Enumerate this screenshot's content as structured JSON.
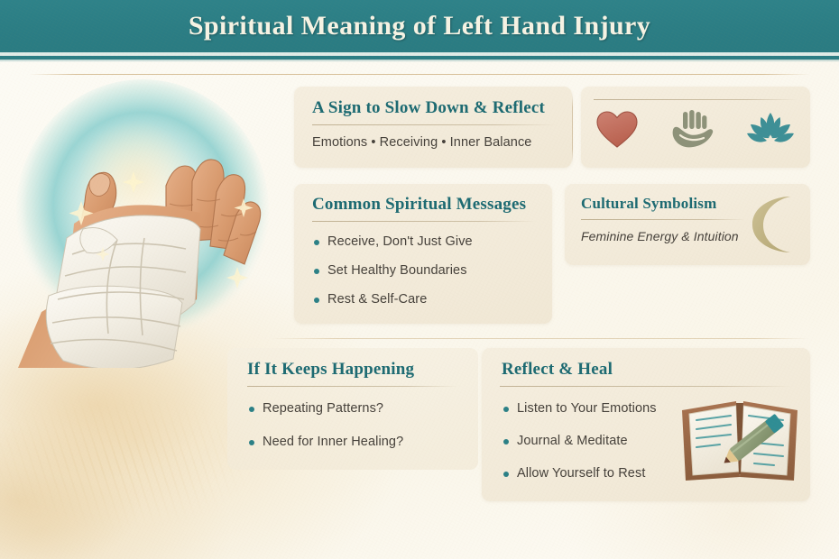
{
  "header": {
    "title": "Spiritual Meaning of Left Hand Injury",
    "bar_color": "#2b7d84",
    "title_color": "#f6f3e4"
  },
  "theme": {
    "page_background": "#fdfbf4",
    "card_background": "#f3ecda",
    "heading_color": "#1c6a72",
    "body_text_color": "#45403a",
    "bullet_color": "#2b8086",
    "rule_color": "#d1b68a"
  },
  "illustration": {
    "name": "bandaged-left-hand",
    "description": "Open left palm wrapped in white bandage with teal aura glow and sparkles",
    "aura_color": "#3fb3b7",
    "skin_color": "#d79a6e",
    "bandage_color": "#f6f2ea"
  },
  "cards": {
    "slow_down": {
      "title": "A Sign to Slow Down & Reflect",
      "subtitle": "Emotions • Receiving • Inner Balance"
    },
    "icons": [
      {
        "name": "heart-icon",
        "label": "Heart",
        "color": "#c4705f"
      },
      {
        "name": "open-palm-icon",
        "label": "Open Palm",
        "color": "#8d9279"
      },
      {
        "name": "lotus-icon",
        "label": "Lotus",
        "color": "#3d8f96"
      }
    ],
    "messages": {
      "title": "Common Spiritual Messages",
      "items": [
        "Receive, Don't Just Give",
        "Set Healthy Boundaries",
        "Rest & Self-Care"
      ]
    },
    "cultural": {
      "title": "Cultural Symbolism",
      "subtitle": "Feminine Energy & Intuition",
      "icon": {
        "name": "crescent-moon-icon",
        "label": "Crescent Moon",
        "color": "#bfb183"
      }
    },
    "keeps_happening": {
      "title": "If It Keeps Happening",
      "items": [
        "Repeating Patterns?",
        "Need for Inner Healing?"
      ]
    },
    "reflect_heal": {
      "title": "Reflect & Heal",
      "items": [
        "Listen to Your Emotions",
        "Journal & Meditate",
        "Allow Yourself to Rest"
      ],
      "icon": {
        "name": "open-book-pencil-icon",
        "label": "Open Book with Pencil",
        "cover_color": "#9a6a46",
        "pencil_color": "#8a9a72"
      }
    }
  }
}
